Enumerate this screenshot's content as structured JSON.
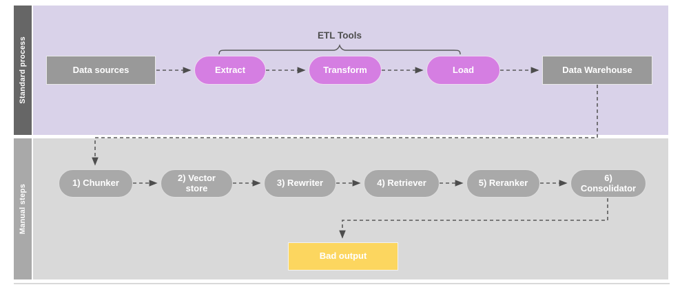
{
  "diagram": {
    "type": "flowchart-swimlane",
    "annotation": {
      "etl_tools": "ETL Tools"
    },
    "lanes": [
      {
        "label": "Standard process",
        "nodes": [
          {
            "label": "Data sources",
            "shape": "rectangle"
          },
          {
            "label": "Extract",
            "shape": "pill"
          },
          {
            "label": "Transform",
            "shape": "pill"
          },
          {
            "label": "Load",
            "shape": "pill"
          },
          {
            "label": "Data Warehouse",
            "shape": "rectangle"
          }
        ]
      },
      {
        "label": "Manual steps",
        "nodes": [
          {
            "label": "1) Chunker",
            "shape": "pill"
          },
          {
            "label": "2) Vector store",
            "shape": "pill"
          },
          {
            "label": "3) Rewriter",
            "shape": "pill"
          },
          {
            "label": "4) Retriever",
            "shape": "pill"
          },
          {
            "label": "5) Reranker",
            "shape": "pill"
          },
          {
            "label": "6) Consolidator",
            "shape": "pill"
          },
          {
            "label": "Bad output",
            "shape": "rectangle"
          }
        ]
      }
    ],
    "colors": {
      "standard_lane_bg": "#d9d2e9",
      "standard_lane_bar": "#666666",
      "manual_lane_bg": "#d9d9d9",
      "manual_lane_bar": "#a9a9a9",
      "etl_pill": "#d57ee2",
      "gray_node": "#999999",
      "gray_pill": "#a9a9a9",
      "bad_output": "#fcd65f",
      "connector": "#595959",
      "text_on_nodes": "#ffffff",
      "annotation_text": "#4d4d4d"
    }
  }
}
